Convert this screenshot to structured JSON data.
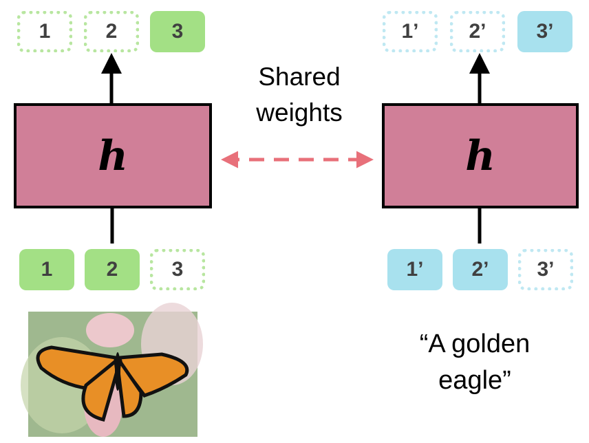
{
  "left": {
    "output_tokens": [
      {
        "label": "1",
        "state": "masked"
      },
      {
        "label": "2",
        "state": "masked"
      },
      {
        "label": "3",
        "state": "predicted"
      }
    ],
    "encoder_label": "h",
    "input_tokens": [
      {
        "label": "1",
        "state": "visible"
      },
      {
        "label": "2",
        "state": "visible"
      },
      {
        "label": "3",
        "state": "masked"
      }
    ],
    "image": "monarch-butterfly-photo"
  },
  "right": {
    "output_tokens": [
      {
        "label": "1’",
        "state": "masked"
      },
      {
        "label": "2’",
        "state": "masked"
      },
      {
        "label": "3’",
        "state": "predicted"
      }
    ],
    "encoder_label": "h",
    "input_tokens": [
      {
        "label": "1’",
        "state": "visible"
      },
      {
        "label": "2’",
        "state": "visible"
      },
      {
        "label": "3’",
        "state": "masked"
      }
    ],
    "caption_line1": "“A golden",
    "caption_line2": "eagle”"
  },
  "shared": {
    "line1": "Shared",
    "line2": "weights"
  },
  "colors": {
    "green": "#a3e085",
    "blue": "#a8e1ee",
    "encoder": "#d07f98",
    "shared_arrow": "#e8707a"
  }
}
